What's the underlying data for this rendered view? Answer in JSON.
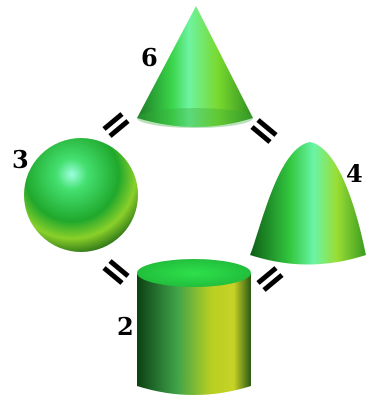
{
  "diagram": {
    "nodes": [
      {
        "id": "cone",
        "shape": "cone",
        "label": "6"
      },
      {
        "id": "sphere",
        "shape": "sphere",
        "label": "3"
      },
      {
        "id": "paraboloid",
        "shape": "paraboloid",
        "label": "4"
      },
      {
        "id": "cylinder",
        "shape": "cylinder",
        "label": "2"
      }
    ],
    "edges": [
      {
        "from": "cone",
        "to": "sphere",
        "style": "double"
      },
      {
        "from": "cone",
        "to": "paraboloid",
        "style": "double"
      },
      {
        "from": "sphere",
        "to": "cylinder",
        "style": "double"
      },
      {
        "from": "paraboloid",
        "to": "cylinder",
        "style": "double"
      }
    ],
    "colors": {
      "green_dark": "#0b4d12",
      "green_mid": "#1c9e2a",
      "green_bright": "#40e04a",
      "highlight": "#8cffd6",
      "yellow": "#c9d81f",
      "link": "#000000"
    }
  }
}
